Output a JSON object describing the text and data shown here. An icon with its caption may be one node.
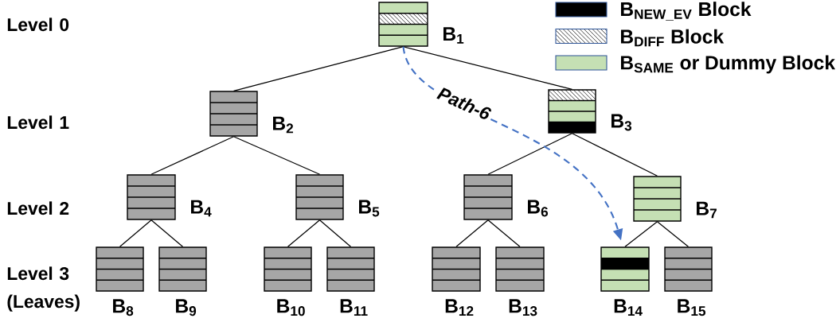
{
  "diagram": {
    "nodes": [
      {
        "text": [],
        "shape": "box",
        "beside": [
          "B$_{1}$"
        ]
      },
      {
        "text": [],
        "shape": "box",
        "beside": [
          "B$_{2}$"
        ]
      },
      {
        "text": [],
        "shape": "box",
        "beside": [
          "B$_{3}$"
        ]
      },
      {
        "text": [],
        "shape": "box",
        "beside": [
          "B$_{4}$"
        ]
      },
      {
        "text": [],
        "shape": "box",
        "beside": [
          "B$_{5}$"
        ]
      },
      {
        "text": [],
        "shape": "box",
        "beside": [
          "B$_{6}$"
        ]
      },
      {
        "text": [],
        "shape": "box",
        "beside": [
          "B$_{7}$"
        ]
      },
      {
        "text": [],
        "shape": "box",
        "beside": [
          "B$_{8}$"
        ]
      },
      {
        "text": [],
        "shape": "box",
        "beside": [
          "B$_{9}$"
        ]
      },
      {
        "text": [],
        "shape": "box",
        "beside": [
          "B$_{10}$"
        ]
      },
      {
        "text": [],
        "shape": "box",
        "beside": [
          "B$_{11}$"
        ]
      },
      {
        "text": [],
        "shape": "box",
        "beside": [
          "B$_{12}$"
        ]
      },
      {
        "text": [],
        "shape": "box",
        "beside": [
          "B$_{13}$"
        ]
      },
      {
        "text": [],
        "shape": "box",
        "beside": [
          "B$_{14}$"
        ]
      },
      {
        "text": [],
        "shape": "box",
        "beside": [
          "B$_{15}$"
        ]
      }
    ],
    "edges": [
      {
        "from": 0,
        "to": 1,
        "arrow": "none"
      },
      {
        "from": 0,
        "to": 2,
        "arrow": "none"
      },
      {
        "from": 1,
        "to": 3,
        "arrow": "none"
      },
      {
        "from": 1,
        "to": 4,
        "arrow": "none"
      },
      {
        "from": 2,
        "to": 5,
        "arrow": "none"
      },
      {
        "from": 2,
        "to": 6,
        "arrow": "none"
      },
      {
        "from": 3,
        "to": 7,
        "arrow": "none"
      },
      {
        "from": 3,
        "to": 8,
        "arrow": "none"
      },
      {
        "from": 4,
        "to": 9,
        "arrow": "none"
      },
      {
        "from": 4,
        "to": 10,
        "arrow": "none"
      },
      {
        "from": 5,
        "to": 11,
        "arrow": "none"
      },
      {
        "from": 5,
        "to": 12,
        "arrow": "none"
      },
      {
        "from": 6,
        "to": 13,
        "arrow": "none"
      },
      {
        "from": 6,
        "to": 14,
        "arrow": "none"
      },
      {
        "from": 0,
        "to": 13,
        "arrow": "to",
        "label": "Path-6",
        "style": "dashed",
        "color": "#4472c4"
      }
    ],
    "labels": [
      "Level 0",
      "Level 1",
      "Level 2",
      "Level 3 (Leaves)"
    ],
    "legend": [
      {
        "text": "B$_{NEW_EV}$ Block",
        "color": "#000000"
      },
      {
        "text": "B$_{DIFF}$ Block"
      },
      {
        "text": "B$_{SAME}$ or Dummy Block",
        "color": "#c5e0b4"
      }
    ]
  }
}
